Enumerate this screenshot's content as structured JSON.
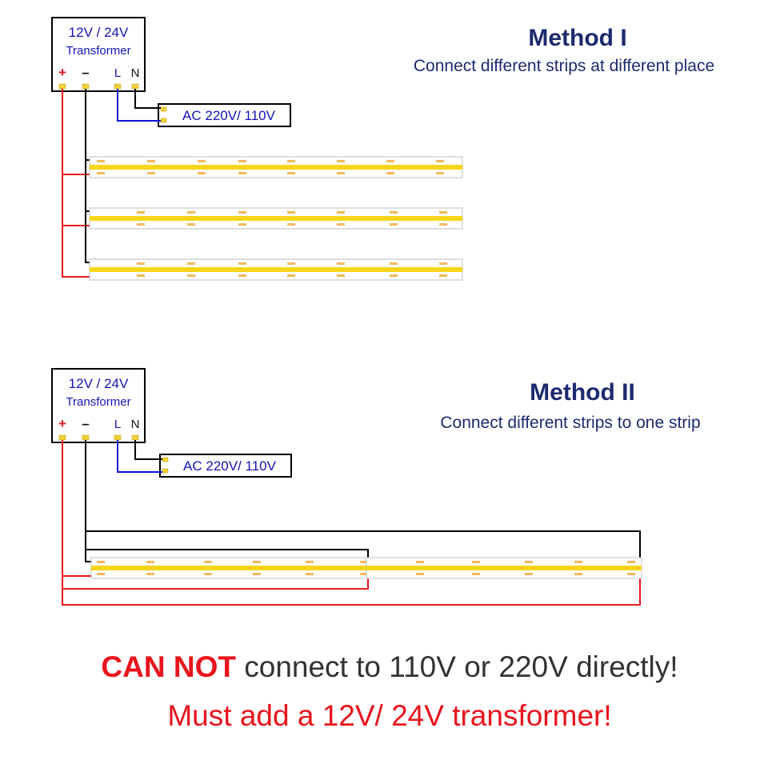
{
  "colors": {
    "positive_wire": "#e8141c",
    "negative_wire": "#000000",
    "live_wire": "#1414d0",
    "led_strip": "#f7d51c",
    "title": "#1c2a6e",
    "warning": "#e8141c"
  },
  "method1": {
    "title": "Method I",
    "subtitle": "Connect different strips at different place",
    "transformer": {
      "line1": "12V / 24V",
      "line2": "Transformer",
      "terminals": [
        "+",
        "–",
        "L",
        "N"
      ]
    },
    "ac_label": "AC 220V/ 110V",
    "strip_count": 3
  },
  "method2": {
    "title": "Method II",
    "subtitle": "Connect different strips to one strip",
    "transformer": {
      "line1": "12V / 24V",
      "line2": "Transformer",
      "terminals": [
        "+",
        "–",
        "L",
        "N"
      ]
    },
    "ac_label": "AC 220V/ 110V",
    "strip_count": 2
  },
  "warning": {
    "emphasis": "CAN NOT",
    "rest": " connect to 110V or 220V directly!",
    "line2": "Must add a 12V/ 24V transformer!"
  }
}
